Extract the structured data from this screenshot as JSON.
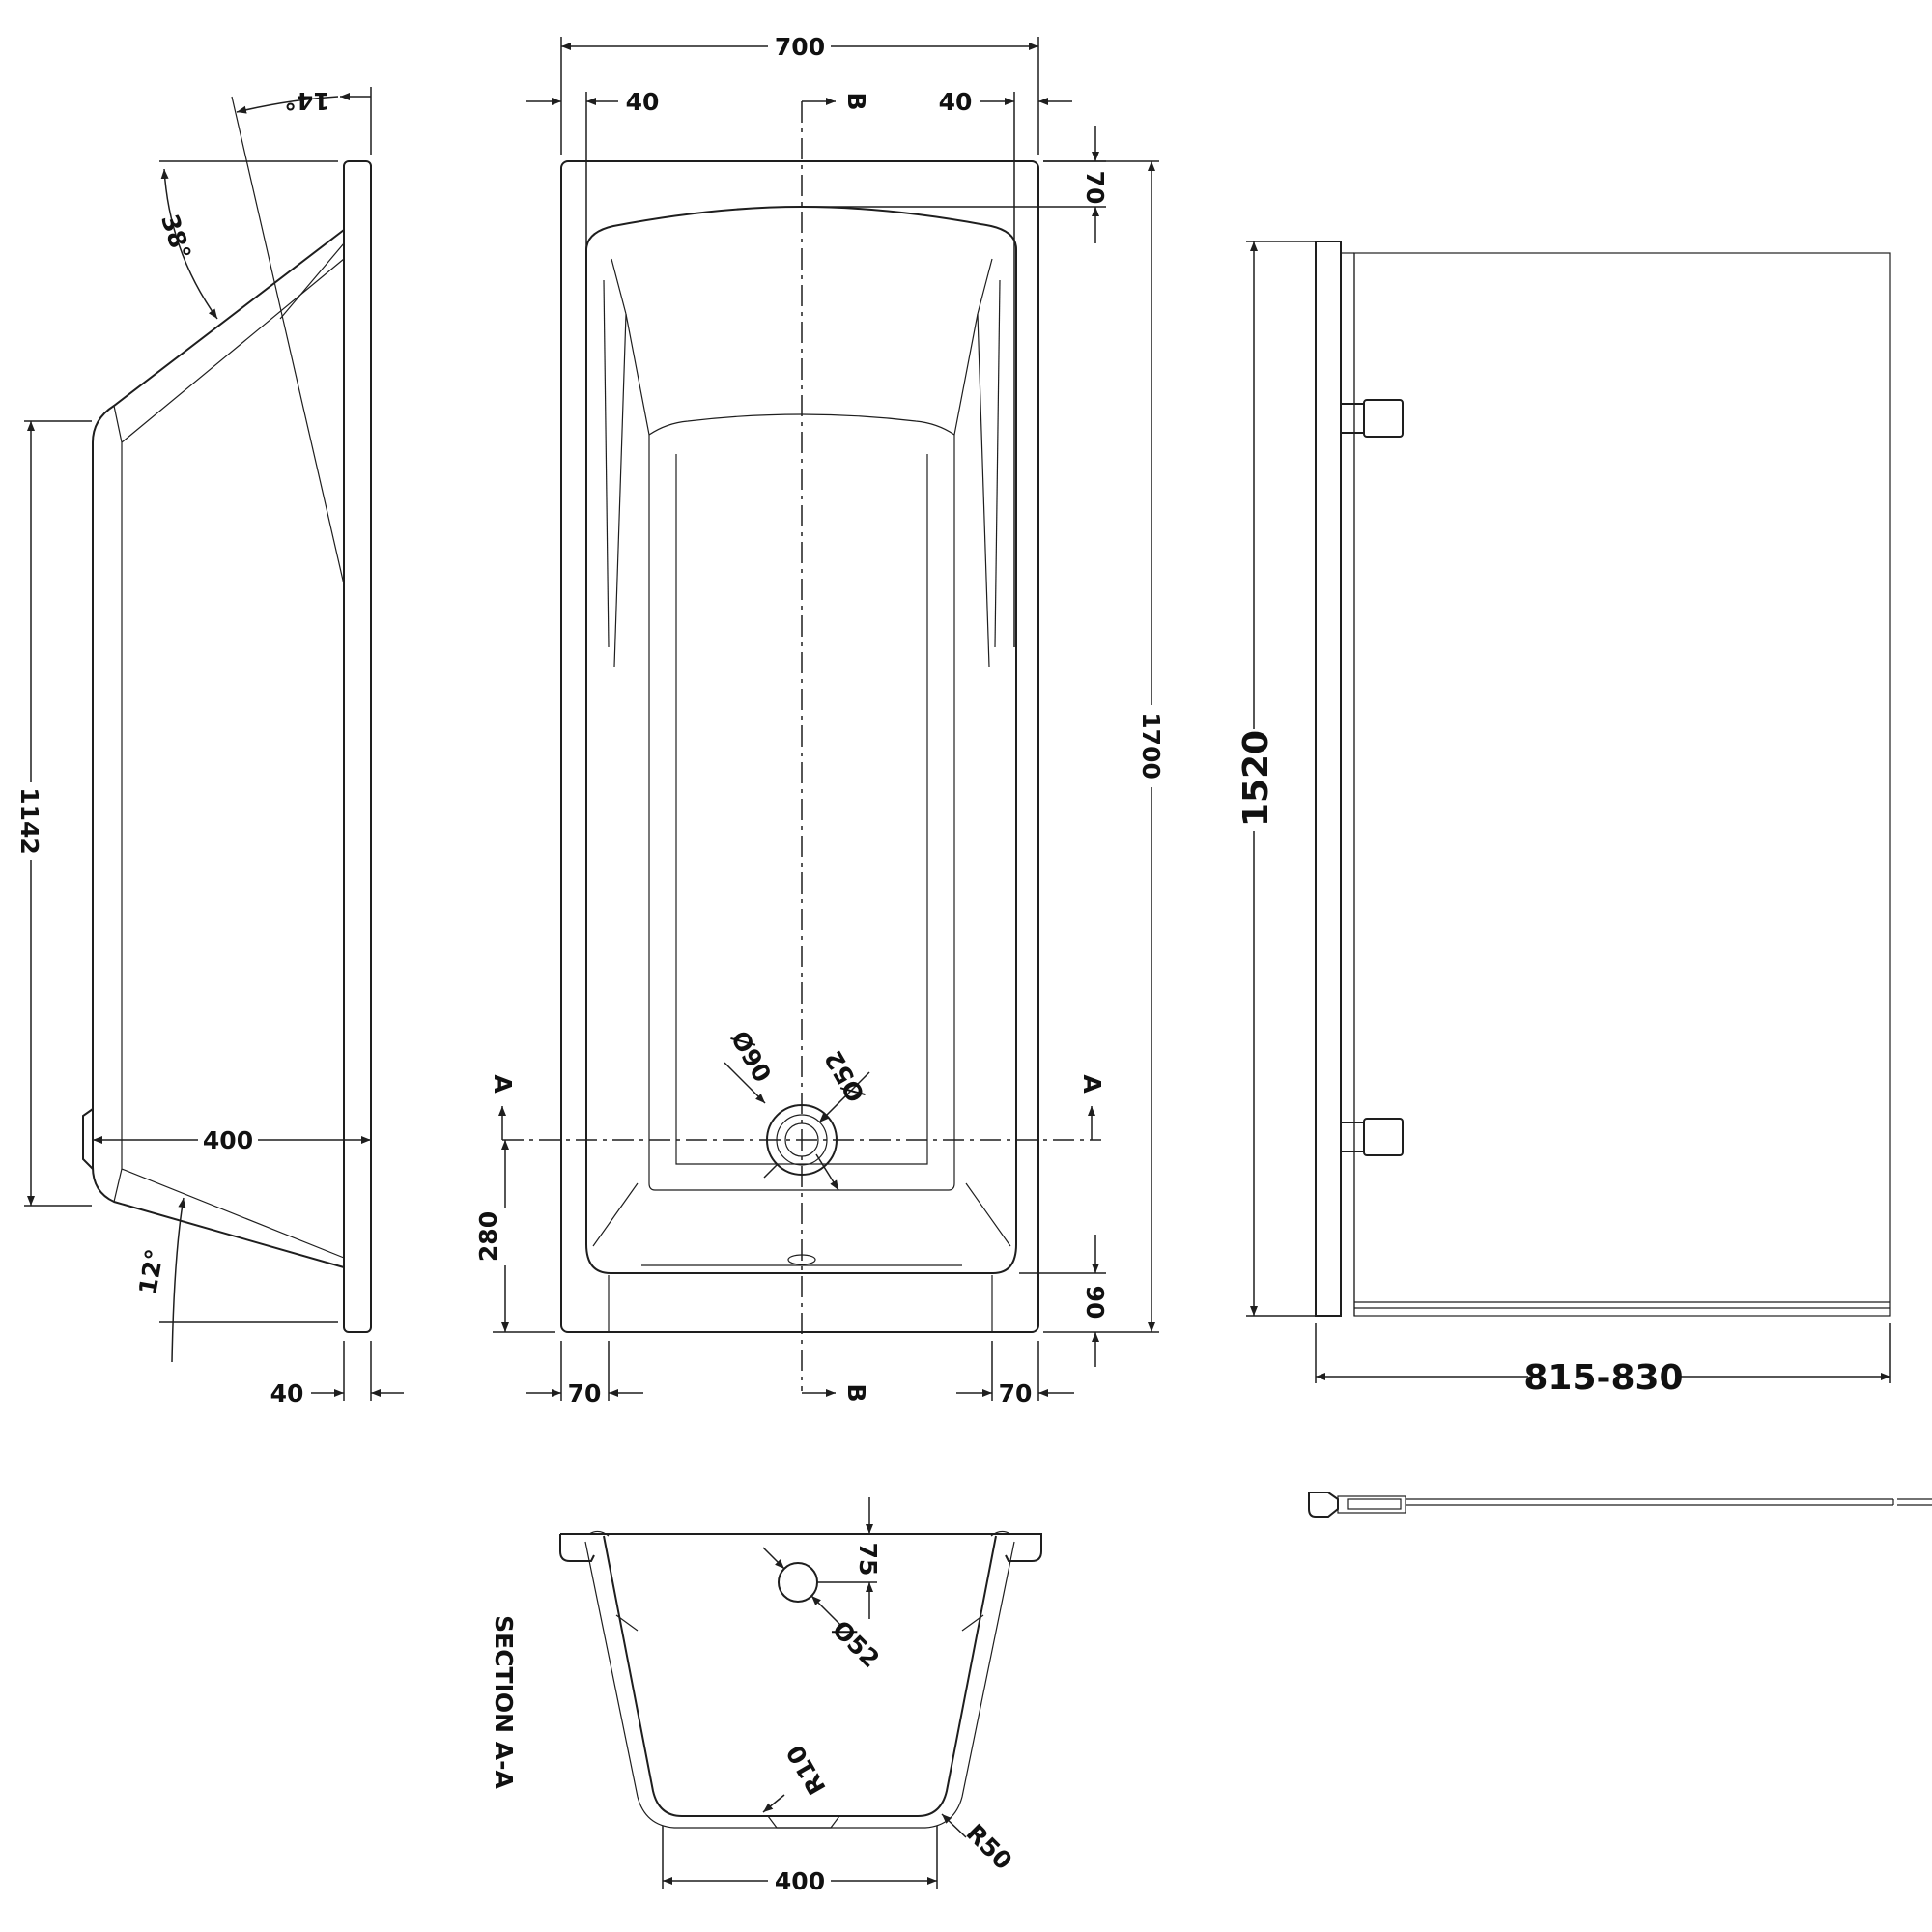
{
  "side_view": {
    "angle_top": "14°",
    "angle_headrest": "38°",
    "angle_bottom": "12°",
    "height": "1142",
    "waste_offset": "400",
    "rim_thickness": "40"
  },
  "plan_view": {
    "overall_width": "700",
    "rim_left": "40",
    "rim_right": "40",
    "overall_length": "1700",
    "head_offset": "70",
    "foot_offset": "90",
    "waste_from_foot": "280",
    "foot_left": "70",
    "foot_right": "70",
    "waste_outer_dia": "Ø90",
    "waste_inner_dia": "Ø52",
    "section_b": "B",
    "section_a": "A"
  },
  "section_view": {
    "title": "SECTION A-A",
    "overflow_height": "75",
    "overflow_dia": "Ø52",
    "inner_radius": "R10",
    "outer_radius": "R50",
    "base_width": "400"
  },
  "screen_view": {
    "height": "1520",
    "width": "815-830"
  },
  "colors": {
    "line": "#1e1e1e",
    "background": "#ffffff"
  }
}
